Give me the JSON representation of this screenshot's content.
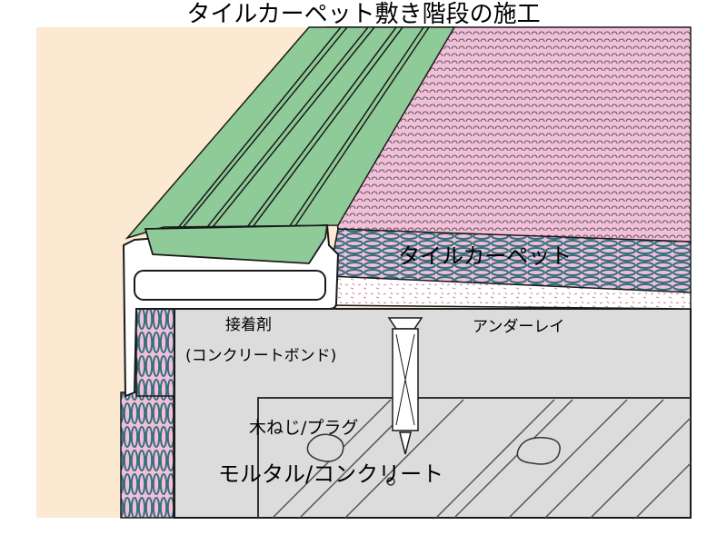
{
  "title": "タイルカーペット敷き階段の施工",
  "labels": {
    "tile_carpet": "タイルカーペット",
    "adhesive_line1": "接着剤",
    "adhesive_line2": "(コンクリートボンド)",
    "underlay": "アンダーレイ",
    "wood_screw_plug": "木ねじ/プラグ",
    "mortar_concrete": "モルタル/コンクリート"
  },
  "colors": {
    "background": "#fbe9d2",
    "concrete": "#dcdcdc",
    "carpet": "#f2bfd8",
    "carpet_pile": "#356f7d",
    "nosing": "#8fcb98",
    "outline": "#1a1a1a"
  }
}
